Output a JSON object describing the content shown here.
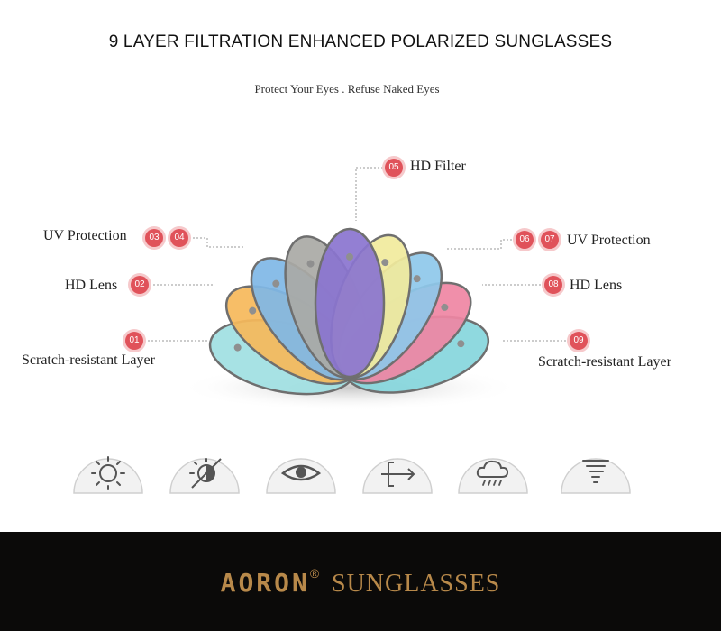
{
  "header": {
    "title": "9 LAYER FILTRATION ENHANCED POLARIZED SUNGLASSES",
    "subtitle": "Protect Your Eyes . Refuse Naked Eyes"
  },
  "layers": [
    {
      "num": "01",
      "label": "Scratch-resistant Layer"
    },
    {
      "num": "02",
      "label": "HD Lens"
    },
    {
      "num": "03",
      "label": "UV Protection"
    },
    {
      "num": "04",
      "label": ""
    },
    {
      "num": "05",
      "label": "HD Filter"
    },
    {
      "num": "06",
      "label": ""
    },
    {
      "num": "07",
      "label": "UV Protection"
    },
    {
      "num": "08",
      "label": "HD Lens"
    },
    {
      "num": "09",
      "label": "Scratch-resistant Layer"
    }
  ],
  "lens_colors": [
    "#9fe0e2",
    "#f6b95a",
    "#7fb7e6",
    "#a9a9a5",
    "#8a74cf",
    "#f1ea9c",
    "#8ec8ea",
    "#ef86a3",
    "#86d6dc"
  ],
  "icons": [
    "sun-icon",
    "glare-block-icon",
    "eye-icon",
    "enter-arrow-icon",
    "rain-cloud-icon",
    "tornado-icon"
  ],
  "brand": {
    "name": "AORON",
    "reg": "®",
    "suffix": "SUNGLASSES"
  }
}
